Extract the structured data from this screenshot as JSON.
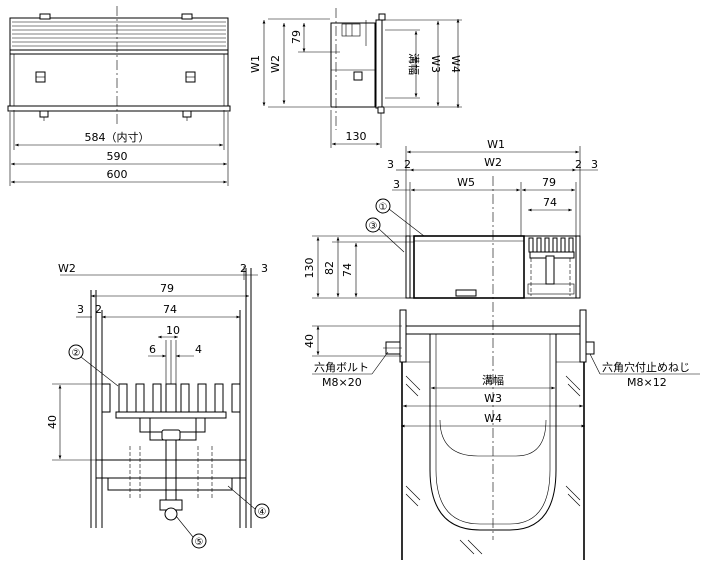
{
  "front_view": {
    "dim_inner": "584（内寸）",
    "dim_590": "590",
    "dim_600": "600"
  },
  "side_view": {
    "w1": "W1",
    "w2": "W2",
    "d79": "79",
    "mizo": "溝幅",
    "w3": "W3",
    "w4": "W4",
    "d130": "130"
  },
  "detail_view": {
    "w2": "W2",
    "d2a": "2",
    "d3a": "3",
    "d79": "79",
    "d74": "74",
    "d3b": "3",
    "d2b": "2",
    "d10": "10",
    "d6": "6",
    "d4": "4",
    "d40": "40",
    "c2": "②",
    "c4": "④",
    "c5": "⑤"
  },
  "section_view": {
    "w1": "W1",
    "w2": "W2",
    "d3l": "3",
    "d2l": "2",
    "d2r": "2",
    "d3r": "3",
    "d3": "3",
    "w5": "W5",
    "d79": "79",
    "d74": "74",
    "c1": "①",
    "c3": "③",
    "d130": "130",
    "d82": "82",
    "d74v": "74",
    "d40": "40",
    "bolt_label": "六角ボルト",
    "bolt_size": "M8×20",
    "screw_label": "六角穴付止めねじ",
    "screw_size": "M8×12",
    "mizo": "溝幅",
    "w3": "W3",
    "w4": "W4"
  }
}
